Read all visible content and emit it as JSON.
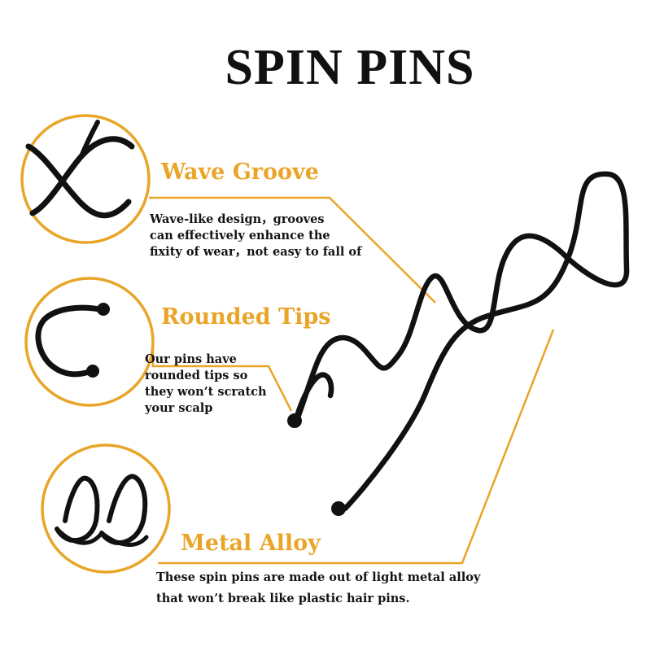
{
  "title": "SPIN PINS",
  "colors": {
    "accent": "#e9a528",
    "wire": "#111111",
    "text": "#141414"
  },
  "features": [
    {
      "heading": "Wave Groove",
      "lines": [
        "Wave-like design，grooves",
        "can effectively enhance the",
        "fixity of wear，not easy to fall of"
      ]
    },
    {
      "heading": "Rounded Tips",
      "lines": [
        "Our pins have",
        "rounded tips so",
        "they won’t scratch",
        "your scalp"
      ]
    },
    {
      "heading": "Metal Alloy",
      "lines": [
        "These spin pins are made out of light metal alloy",
        "that won’t break like plastic hair pins."
      ]
    }
  ]
}
